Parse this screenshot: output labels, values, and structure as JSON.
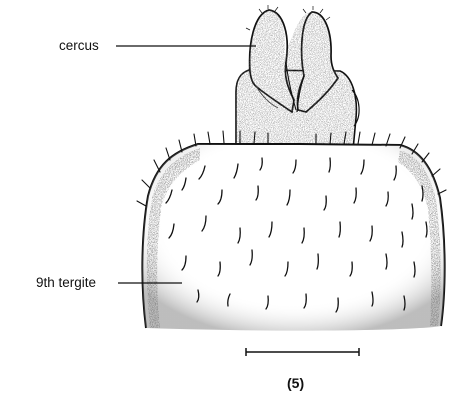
{
  "labels": {
    "cercus": "cercus",
    "tergite": "9th tergite",
    "panel": "(5)"
  },
  "colors": {
    "ink": "#111111",
    "stipple": "#6d6d6d",
    "background": "#ffffff"
  }
}
